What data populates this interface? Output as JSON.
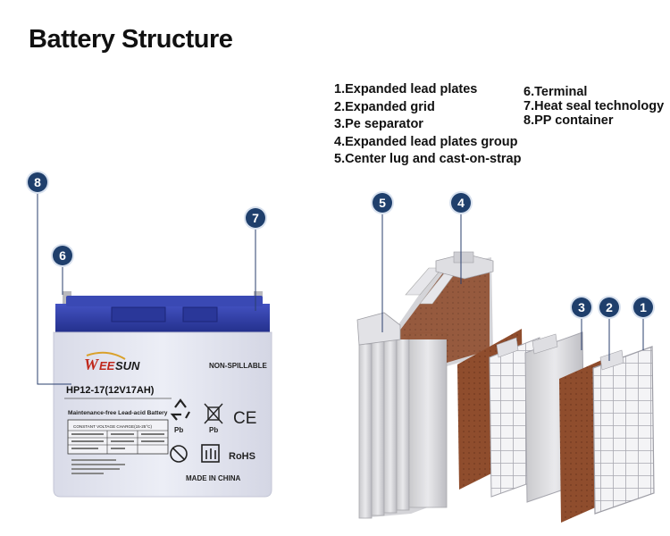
{
  "title": "Battery Structure",
  "legend_left": [
    "1.Expanded lead plates",
    "2.Expanded grid",
    "3.Pe separator",
    "4.Expanded lead plates group",
    "5.Center lug and cast-on-strap"
  ],
  "legend_right": [
    "6.Terminal",
    "7.Heat seal technology",
    "8.PP container"
  ],
  "callouts": [
    "1",
    "2",
    "3",
    "4",
    "5",
    "6",
    "7",
    "8"
  ],
  "battery": {
    "brand": "WEESUN",
    "model": "HP12-17(12V17AH)",
    "non_spillable": "NON-SPILLABLE",
    "type": "Maintenance-free Lead-acid Battery",
    "charge_header": "CONSTANT VOLTAGE CHARGE(15-25°C)",
    "pb1": "Pb",
    "pb2": "Pb",
    "ce": "CE",
    "rohs": "RoHS",
    "made_in": "MADE IN CHINA"
  },
  "colors": {
    "callout_badge": "#1f3f6c",
    "battery_lid": "#2f3fa8",
    "battery_case": "#e5e6ef",
    "plate_brown": "#8a4a2c"
  }
}
